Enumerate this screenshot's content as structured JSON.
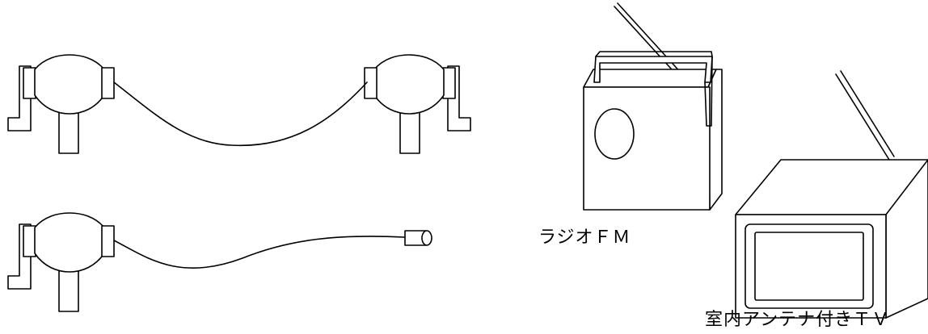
{
  "labels": {
    "radio": "ラジオＦＭ",
    "tv": "室内アンテナ付きＴＶ"
  },
  "colors": {
    "line": "#000000",
    "background": "#ffffff"
  },
  "icons": [
    "hand-cranked-telephone-icon",
    "telephone-cable",
    "cable-plug-icon",
    "radio-icon",
    "television-icon",
    "antenna-icon"
  ]
}
